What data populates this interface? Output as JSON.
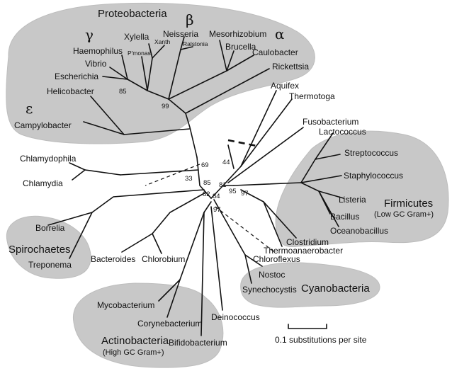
{
  "groups": {
    "proteobacteria": "Proteobacteria",
    "spirochaetes": "Spirochaetes",
    "actinobacteria": "Actinobacteria",
    "actinobacteria_sub": "(High GC Gram+)",
    "cyanobacteria": "Cyanobacteria",
    "firmicutes": "Firmicutes",
    "firmicutes_sub": "(Low GC Gram+)"
  },
  "greek": {
    "beta": "β",
    "gamma": "γ",
    "alpha": "α",
    "epsilon": "ε"
  },
  "taxa": {
    "xylella": "Xylella",
    "neisseria": "Neisseria",
    "mesorhizobium": "Mesorhizobium",
    "xanth": "Xanth",
    "ralstonia": "Ralstonia",
    "pmonas": "P'monas",
    "haemophilus": "Haemophilus",
    "brucella": "Brucella",
    "caulobacter": "Caulobacter",
    "vibrio": "Vibrio",
    "rickettsia": "Rickettsia",
    "escherichia": "Escherichia",
    "helicobacter": "Helicobacter",
    "campylobacter": "Campylobacter",
    "aquifex": "Aquifex",
    "thermotoga": "Thermotoga",
    "fusobacterium": "Fusobacterium",
    "lactococcus": "Lactococcus",
    "streptococcus": "Streptococcus",
    "staphylococcus": "Staphylococcus",
    "listeria": "Listeria",
    "bacillus": "Bacillus",
    "oceanobacillus": "Oceanobacillus",
    "clostridium": "Clostridium",
    "thermoanaerobacter": "Thermoanaerobacter",
    "chlamydophila": "Chlamydophila",
    "chlamydia": "Chlamydia",
    "borrelia": "Borrelia",
    "treponema": "Treponema",
    "bacteroides": "Bacteroides",
    "chlorobium": "Chlorobium",
    "chloroflexus": "Chloroflexus",
    "nostoc": "Nostoc",
    "synechocystis": "Synechocystis",
    "mycobacterium": "Mycobacterium",
    "corynebacterium": "Corynebacterium",
    "deinococcus": "Deinococcus",
    "bifidobacterium": "Bifidobacterium"
  },
  "bootstrap": {
    "b85a": "85",
    "b99": "99",
    "b69": "69",
    "b44": "44",
    "b33": "33",
    "b85b": "85",
    "b81": "81",
    "b82": "82",
    "b84": "84",
    "b95": "95",
    "b97a": "97",
    "b97b": "97"
  },
  "scale": {
    "label": "0.1 substitutions per site",
    "value": 0.1
  }
}
